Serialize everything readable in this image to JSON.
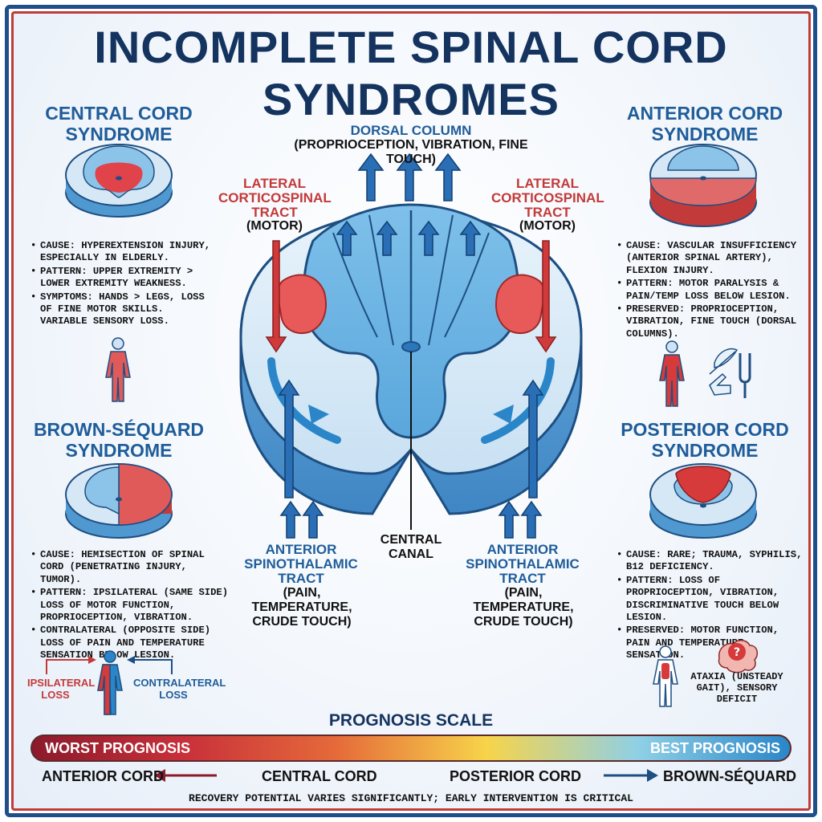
{
  "title": "INCOMPLETE SPINAL CORD SYNDROMES",
  "central": {
    "title": "CENTRAL CORD SYNDROME",
    "bullets": [
      "CAUSE: HYPEREXTENSION INJURY, ESPECIALLY IN ELDERLY.",
      "PATTERN: UPPER EXTREMITY > LOWER EXTREMITY WEAKNESS.",
      "SYMPTOMS: HANDS > LEGS, LOSS OF FINE MOTOR SKILLS. VARIABLE SENSORY LOSS."
    ]
  },
  "anterior": {
    "title": "ANTERIOR CORD SYNDROME",
    "bullets": [
      "CAUSE: VASCULAR INSUFFICIENCY (ANTERIOR SPINAL ARTERY), FLEXION INJURY.",
      "PATTERN: MOTOR PARALYSIS & PAIN/TEMP LOSS BELOW LESION.",
      "PRESERVED: PROPRIOCEPTION, VIBRATION, FINE TOUCH (DORSAL COLUMNS)."
    ]
  },
  "brown": {
    "title": "BROWN-SÉQUARD SYNDROME",
    "bullets": [
      "CAUSE: HEMISECTION OF SPINAL CORD (PENETRATING INJURY, TUMOR).",
      "PATTERN: IPSILATERAL (SAME SIDE) LOSS OF MOTOR FUNCTION, PROPRIOCEPTION, VIBRATION.",
      "CONTRALATERAL (OPPOSITE SIDE) LOSS OF PAIN AND TEMPERATURE SENSATION BELOW LESION."
    ],
    "ipsilateral_label": "IPSILATERAL LOSS",
    "contralateral_label": "CONTRALATERAL LOSS"
  },
  "posterior": {
    "title": "POSTERIOR CORD SYNDROME",
    "bullets": [
      "CAUSE: RARE; TRAUMA, SYPHILIS, B12 DEFICIENCY.",
      "PATTERN: LOSS OF PROPRIOCEPTION, VIBRATION, DISCRIMINATIVE TOUCH BELOW LESION.",
      "PRESERVED: MOTOR FUNCTION, PAIN AND TEMPERATURE SENSATION."
    ],
    "ataxia_label": "ATAXIA (UNSTEADY GAIT), SENSORY DEFICIT"
  },
  "diagram": {
    "dorsal_title": "DORSAL COLUMN",
    "dorsal_sub": "(PROPRIOCEPTION, VIBRATION, FINE TOUCH)",
    "lateral_title": "LATERAL CORTICOSPINAL TRACT",
    "lateral_sub": "(MOTOR)",
    "canal_label": "CENTRAL CANAL",
    "spino_title": "ANTERIOR SPINOTHALAMIC TRACT",
    "spino_sub": "(PAIN, TEMPERATURE, CRUDE TOUCH)"
  },
  "prognosis": {
    "title": "PROGNOSIS SCALE",
    "worst": "WORST PROGNOSIS",
    "best": "BEST PROGNOSIS",
    "ranks": [
      "ANTERIOR CORD",
      "CENTRAL CORD",
      "POSTERIOR CORD",
      "BROWN-SÉQUARD"
    ],
    "footer": "RECOVERY POTENTIAL VARIES SIGNIFICANTLY; EARLY INTERVENTION IS CRITICAL"
  },
  "colors": {
    "navy": "#14345f",
    "blue": "#1f5d9a",
    "red": "#c23a3a",
    "cord_light": "#d6e8f6",
    "cord_mid": "#8cc3e8",
    "cord_dark": "#4f98d0"
  },
  "icons": [
    "human-figure-icon",
    "feather-icon",
    "tuning-fork-icon",
    "pointing-hand-icon",
    "brain-question-icon",
    "arrow-icon"
  ]
}
